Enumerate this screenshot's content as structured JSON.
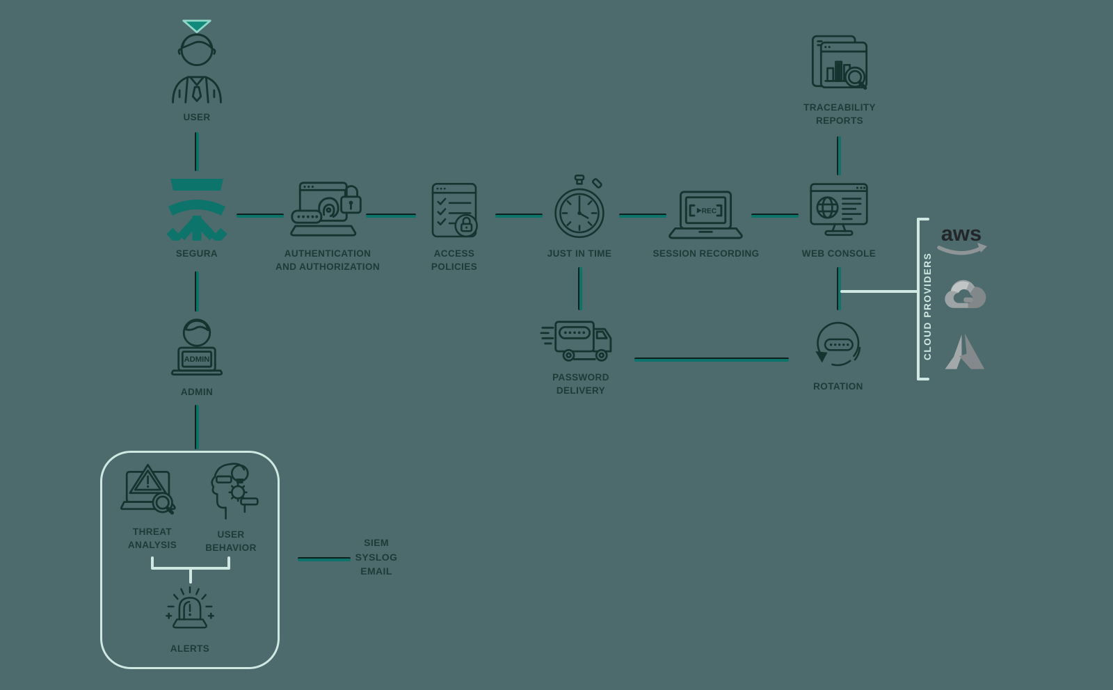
{
  "colors": {
    "background": "#4d6a6d",
    "accent_teal": "#0d746b",
    "icon_stroke": "#16342f",
    "label_text": "#1d3b37",
    "mint": "#cfe9e2",
    "aws_text_dark": "#23272a",
    "cloud_logo_gray": "#9aa0a2"
  },
  "nodes": {
    "user": {
      "label": "USER"
    },
    "segura": {
      "label": "SEGURA"
    },
    "authentication": {
      "label": "AUTHENTICATION\nAND AUTHORIZATION"
    },
    "access_policies": {
      "label": "ACCESS\nPOLICIES"
    },
    "just_in_time": {
      "label": "JUST IN TIME"
    },
    "session_recording": {
      "label": "SESSION RECORDING",
      "screen_text": "REC"
    },
    "web_console": {
      "label": "WEB CONSOLE"
    },
    "traceability_reports": {
      "label": "TRACEABILITY\nREPORTS"
    },
    "password_delivery": {
      "label": "PASSWORD\nDELIVERY"
    },
    "rotation": {
      "label": "ROTATION"
    },
    "admin": {
      "label": "ADMIN",
      "screen_text": "ADMIN"
    },
    "threat_analysis": {
      "label": "THREAT\nANALYSIS"
    },
    "user_behavior": {
      "label": "USER\nBEHAVIOR"
    },
    "alerts": {
      "label": "ALERTS"
    },
    "siem": {
      "label": "SIEM\nSYSLOG\nEMAIL"
    },
    "cloud_providers": {
      "label": "CLOUD PROVIDERS",
      "aws_text": "aws",
      "providers": [
        "aws-logo",
        "google-cloud-logo",
        "azure-logo"
      ]
    }
  }
}
